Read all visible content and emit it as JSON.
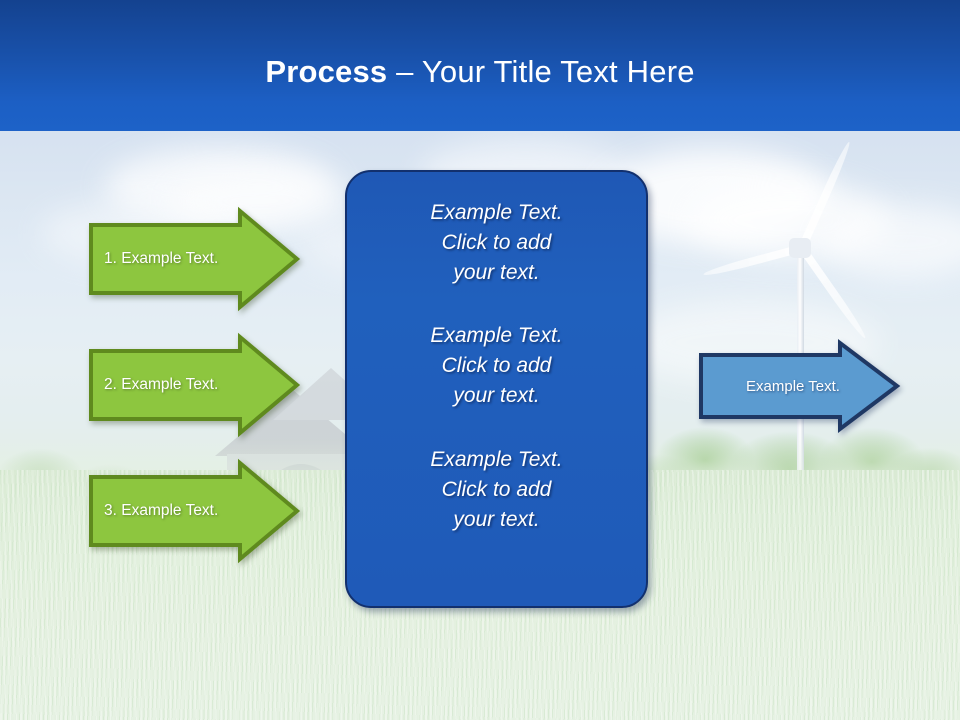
{
  "header": {
    "title_strong": "Process ",
    "title_rest": "– Your Title Text Here"
  },
  "left_arrows": [
    {
      "label": "1.  Example Text."
    },
    {
      "label": "2.  Example Text."
    },
    {
      "label": "3.  Example Text."
    }
  ],
  "center_panel": {
    "blocks": [
      {
        "text": "Example Text.\nClick  to add\nyour text."
      },
      {
        "text": "Example Text.\nClick  to add\nyour text."
      },
      {
        "text": "Example Text.\nClick  to add\nyour text."
      }
    ]
  },
  "right_arrow": {
    "label": "Example Text."
  },
  "colors": {
    "header_top": "#14428f",
    "header_bottom": "#1d62c8",
    "green_fill": "#8dc63f",
    "green_border": "#5f8a1e",
    "panel_fill": "#2060bd",
    "panel_border": "#12306e",
    "blue_arrow_fill": "#5b9bd0",
    "blue_arrow_border": "#1f3864",
    "text_white": "#ffffff"
  }
}
